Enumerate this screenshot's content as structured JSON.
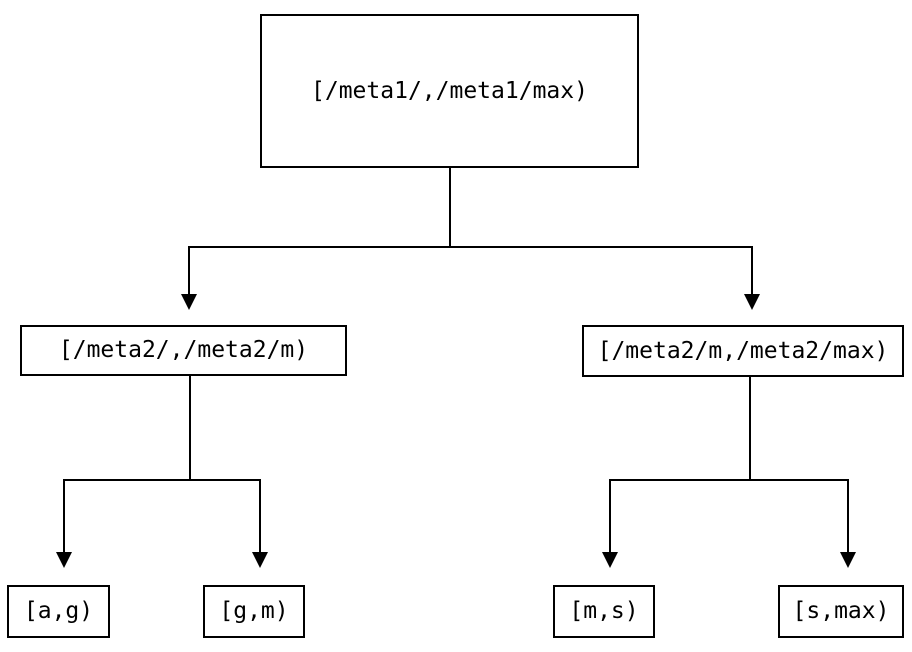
{
  "diagram_type": "binary-interval-partition-tree",
  "colors": {
    "background": "#ffffff",
    "line": "#000000",
    "box_border": "#000000",
    "text": "#000000"
  },
  "tree": {
    "label": "[/meta1/,/meta1/max)",
    "children": [
      {
        "label": "[/meta2/,/meta2/m)",
        "children": [
          {
            "label": "[a,g)"
          },
          {
            "label": "[g,m)"
          }
        ]
      },
      {
        "label": "[/meta2/m,/meta2/max)",
        "children": [
          {
            "label": "[m,s)"
          },
          {
            "label": "[s,max)"
          }
        ]
      }
    ]
  }
}
